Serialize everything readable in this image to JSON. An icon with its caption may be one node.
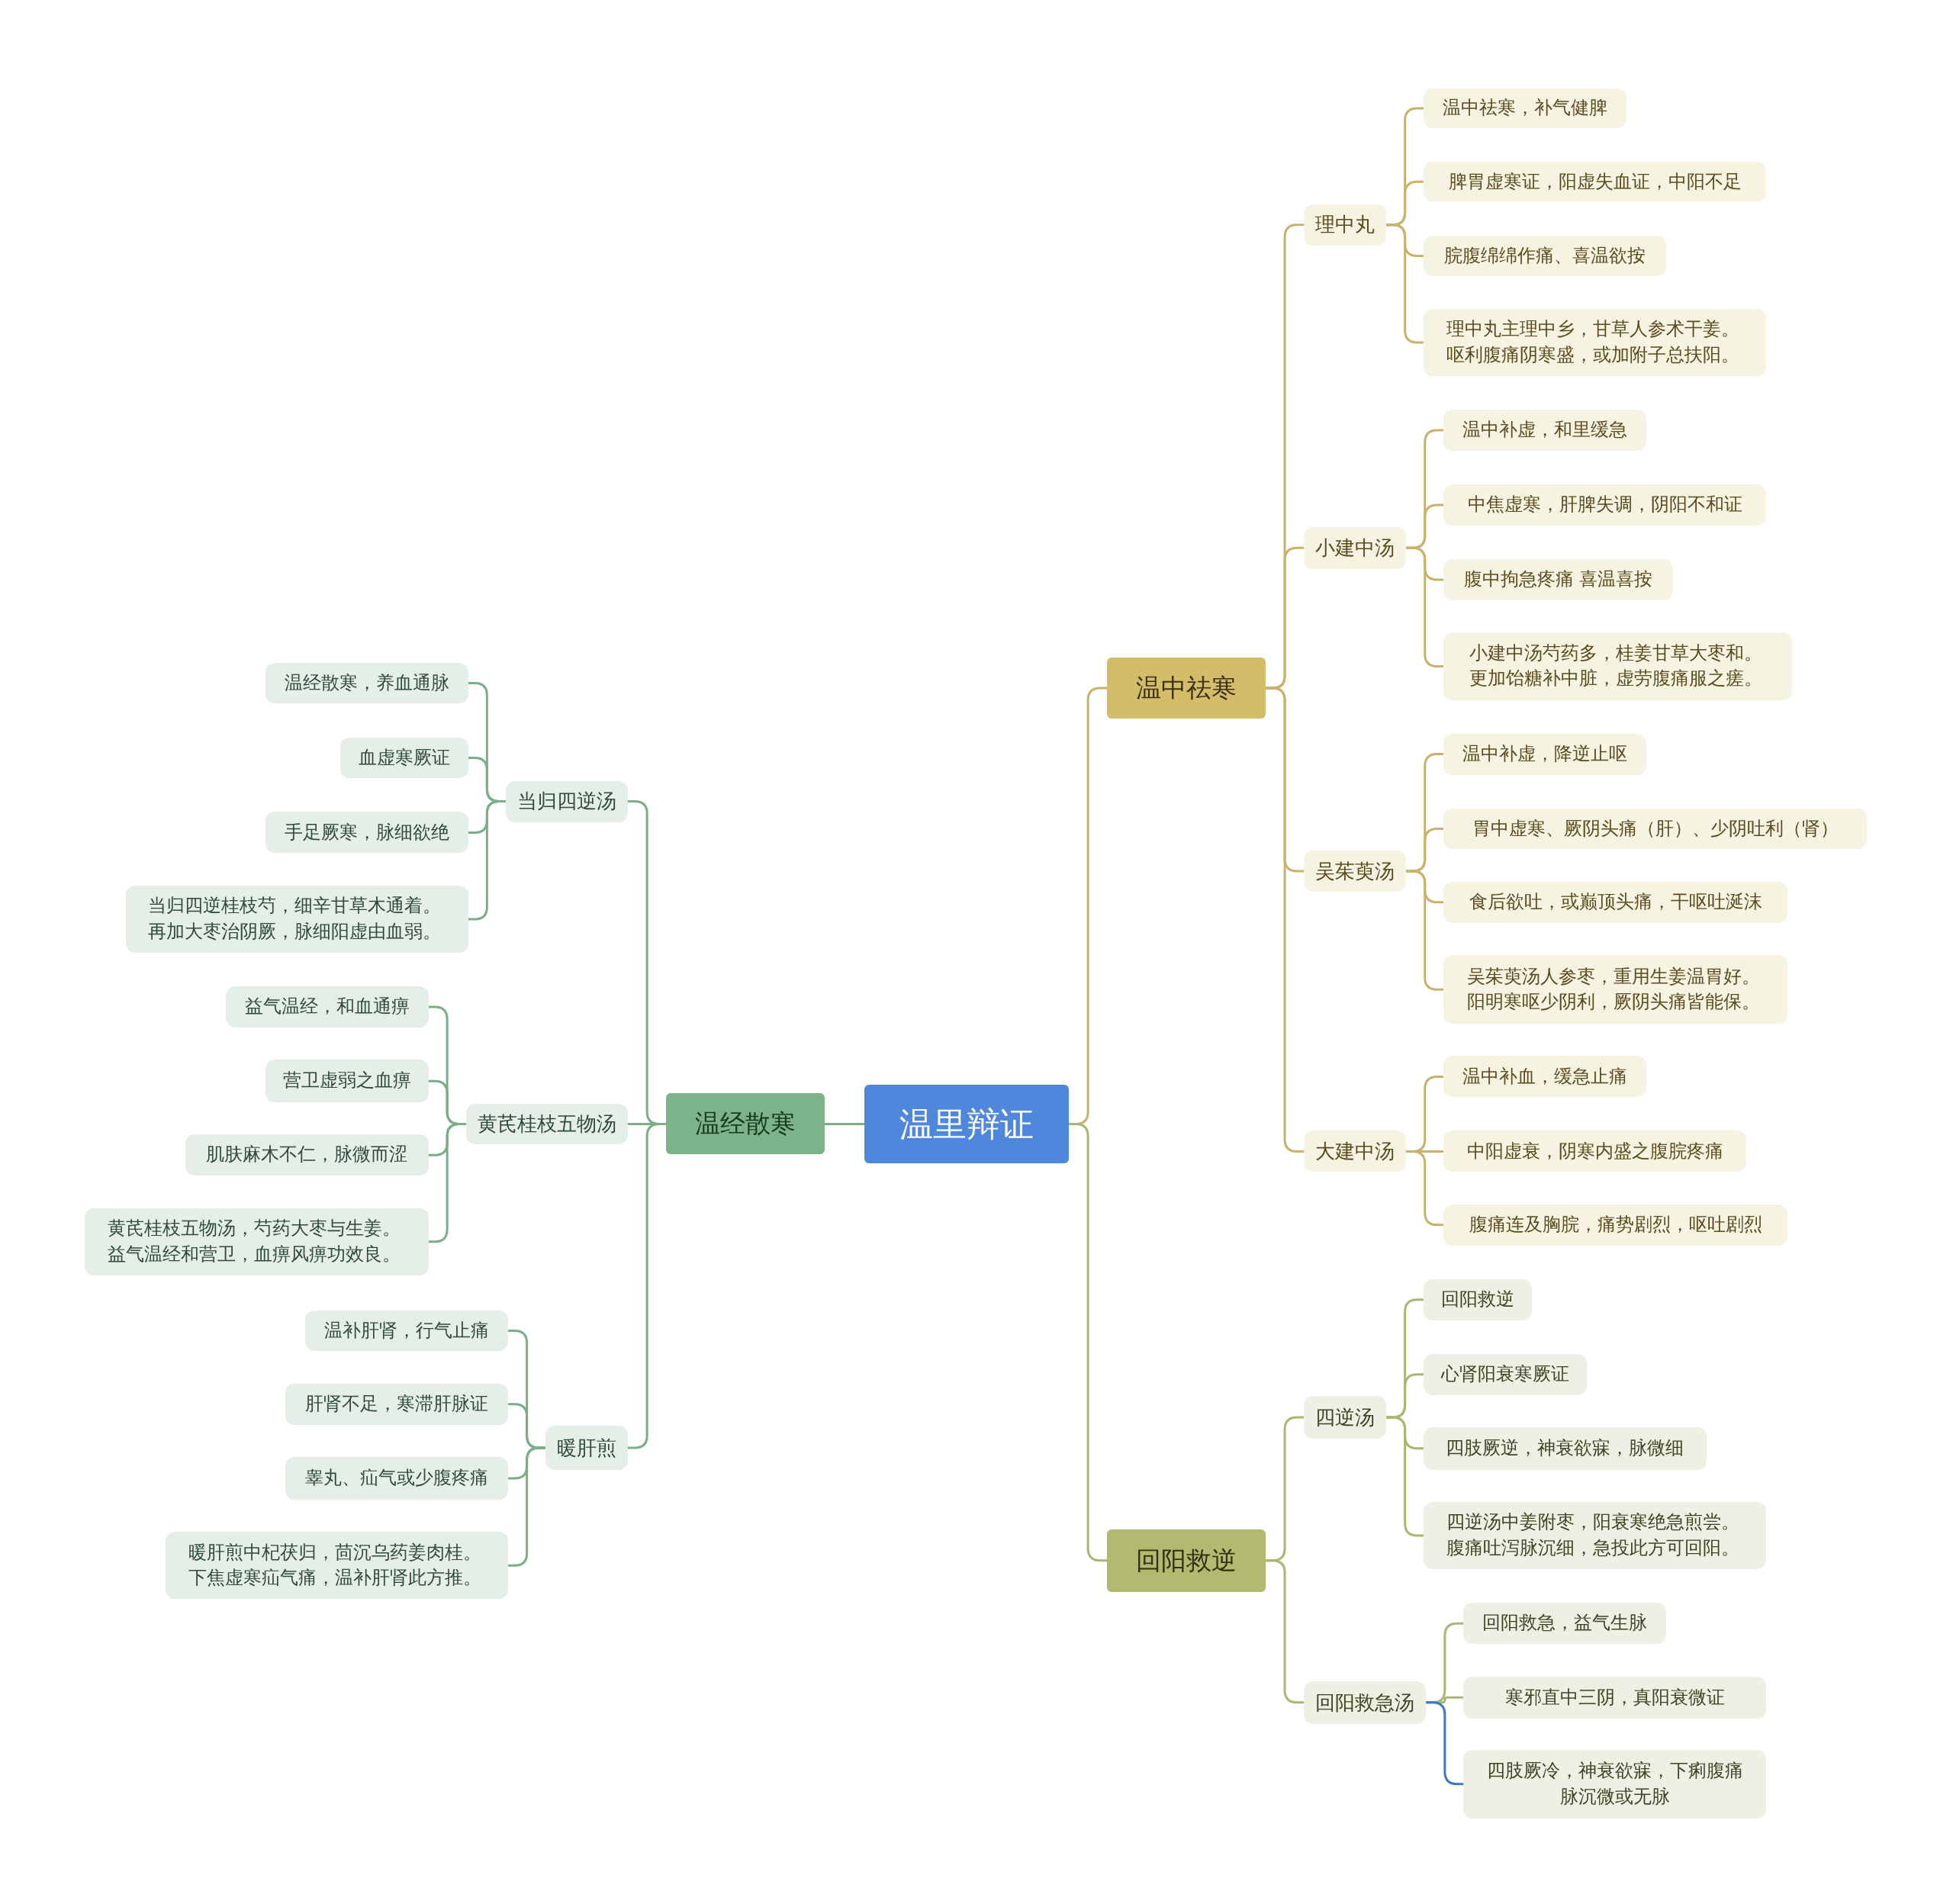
{
  "diagram": {
    "nodes": [
      {
        "text": [
          "温里辩证"
        ]
      },
      {
        "text": [
          "温中祛寒"
        ]
      },
      {
        "text": [
          "理中丸"
        ]
      },
      {
        "text": [
          "温中祛寒，补气健脾"
        ]
      },
      {
        "text": [
          "脾胃虚寒证，阳虚失血证，中阳不足"
        ]
      },
      {
        "text": [
          "脘腹绵绵作痛、喜温欲按"
        ]
      },
      {
        "text": [
          "理中丸主理中乡，甘草人参术干姜。呕利腹痛阴寒盛，或加附子总扶阳。"
        ]
      },
      {
        "text": [
          "小建中汤"
        ]
      },
      {
        "text": [
          "温中补虚，和里缓急"
        ]
      },
      {
        "text": [
          "中焦虚寒，肝脾失调，阴阳不和证"
        ]
      },
      {
        "text": [
          "腹中拘急疼痛 喜温喜按"
        ]
      },
      {
        "text": [
          "小建中汤芍药多，桂姜甘草大枣和。更加饴糖补中脏，虚劳腹痛服之瘥。"
        ]
      },
      {
        "text": [
          "吴茱萸汤"
        ]
      },
      {
        "text": [
          "温中补虚，降逆止呕"
        ]
      },
      {
        "text": [
          "胃中虚寒、厥阴头痛（肝）、少阴吐利（肾）"
        ]
      },
      {
        "text": [
          "食后欲吐，或巅顶头痛，干呕吐涎沫"
        ]
      },
      {
        "text": [
          "吴茱萸汤人参枣，重用生姜温胃好。阳明寒呕少阴利，厥阴头痛皆能保。"
        ]
      },
      {
        "text": [
          "大建中汤"
        ]
      },
      {
        "text": [
          "温中补血，缓急止痛"
        ]
      },
      {
        "text": [
          "中阳虚衰，阴寒内盛之腹脘疼痛"
        ]
      },
      {
        "text": [
          "腹痛连及胸脘，痛势剧烈，呕吐剧烈"
        ]
      },
      {
        "text": [
          "回阳救逆"
        ]
      },
      {
        "text": [
          "四逆汤"
        ]
      },
      {
        "text": [
          "回阳救逆"
        ]
      },
      {
        "text": [
          "心肾阳衰寒厥证"
        ]
      },
      {
        "text": [
          "四肢厥逆，神衰欲寐，脉微细"
        ]
      },
      {
        "text": [
          "四逆汤中姜附枣，阳衰寒绝急煎尝。腹痛吐泻脉沉细，急投此方可回阳。"
        ]
      },
      {
        "text": [
          "回阳救急汤"
        ]
      },
      {
        "text": [
          "回阳救急，益气生脉"
        ]
      },
      {
        "text": [
          "寒邪直中三阴，真阳衰微证"
        ]
      },
      {
        "text": [
          "四肢厥冷，神衰欲寐，下痢腹痛脉沉微或无脉"
        ]
      },
      {
        "text": [
          "温经散寒"
        ]
      },
      {
        "text": [
          "当归四逆汤"
        ]
      },
      {
        "text": [
          "温经散寒，养血通脉"
        ]
      },
      {
        "text": [
          "血虚寒厥证"
        ]
      },
      {
        "text": [
          "手足厥寒，脉细欲绝"
        ]
      },
      {
        "text": [
          "当归四逆桂枝芍，细辛甘草木通着。再加大枣治阴厥，脉细阳虚由血弱。"
        ]
      },
      {
        "text": [
          "黄芪桂枝五物汤"
        ]
      },
      {
        "text": [
          "益气温经，和血通痹"
        ]
      },
      {
        "text": [
          "营卫虚弱之血痹"
        ]
      },
      {
        "text": [
          "肌肤麻木不仁，脉微而涩"
        ]
      },
      {
        "text": [
          "黄芪桂枝五物汤，芍药大枣与生姜。益气温经和营卫，血痹风痹功效良。"
        ]
      },
      {
        "text": [
          "暖肝煎"
        ]
      },
      {
        "text": [
          "温补肝肾，行气止痛"
        ]
      },
      {
        "text": [
          "肝肾不足，寒滞肝脉证"
        ]
      },
      {
        "text": [
          "睾丸、疝气或少腹疼痛"
        ]
      },
      {
        "text": [
          "暖肝煎中杞茯归，茴沉乌药姜肉桂。下焦虚寒疝气痛，温补肝肾此方推。"
        ]
      }
    ],
    "edges": [
      {
        "from": 0,
        "to": 1,
        "arrow": "none"
      },
      {
        "from": 0,
        "to": 21,
        "arrow": "none",
        "color": "#aab672"
      },
      {
        "from": 0,
        "to": 31,
        "arrow": "none",
        "color": "#7aae87"
      },
      {
        "from": 1,
        "to": 2,
        "arrow": "none"
      },
      {
        "from": 1,
        "to": 7,
        "arrow": "none"
      },
      {
        "from": 1,
        "to": 12,
        "arrow": "none"
      },
      {
        "from": 1,
        "to": 17,
        "arrow": "none"
      },
      {
        "from": 2,
        "to": 3,
        "arrow": "none"
      },
      {
        "from": 2,
        "to": 4,
        "arrow": "none"
      },
      {
        "from": 2,
        "to": 5,
        "arrow": "none"
      },
      {
        "from": 2,
        "to": 6,
        "arrow": "none"
      },
      {
        "from": 7,
        "to": 8,
        "arrow": "none"
      },
      {
        "from": 7,
        "to": 9,
        "arrow": "none"
      },
      {
        "from": 7,
        "to": 10,
        "arrow": "none"
      },
      {
        "from": 7,
        "to": 11,
        "arrow": "none"
      },
      {
        "from": 12,
        "to": 13,
        "arrow": "none"
      },
      {
        "from": 12,
        "to": 14,
        "arrow": "none"
      },
      {
        "from": 12,
        "to": 15,
        "arrow": "none"
      },
      {
        "from": 12,
        "to": 16,
        "arrow": "none"
      },
      {
        "from": 17,
        "to": 18,
        "arrow": "none"
      },
      {
        "from": 17,
        "to": 19,
        "arrow": "none"
      },
      {
        "from": 17,
        "to": 20,
        "arrow": "none"
      },
      {
        "from": 21,
        "to": 22,
        "arrow": "none",
        "color": "#aab672"
      },
      {
        "from": 21,
        "to": 27,
        "arrow": "none",
        "color": "#aab672"
      },
      {
        "from": 22,
        "to": 23,
        "arrow": "none",
        "color": "#aab672"
      },
      {
        "from": 22,
        "to": 24,
        "arrow": "none",
        "color": "#aab672"
      },
      {
        "from": 22,
        "to": 25,
        "arrow": "none",
        "color": "#aab672"
      },
      {
        "from": 22,
        "to": 26,
        "arrow": "none",
        "color": "#aab672"
      },
      {
        "from": 27,
        "to": 28,
        "arrow": "none",
        "color": "#aab672"
      },
      {
        "from": 27,
        "to": 29,
        "arrow": "none",
        "color": "#aab672"
      },
      {
        "from": 27,
        "to": 30,
        "arrow": "none",
        "color": "#3d78c4"
      },
      {
        "from": 31,
        "to": 32,
        "arrow": "none",
        "color": "#7aae87"
      },
      {
        "from": 31,
        "to": 37,
        "arrow": "none",
        "color": "#7aae87"
      },
      {
        "from": 31,
        "to": 42,
        "arrow": "none",
        "color": "#7aae87"
      },
      {
        "from": 32,
        "to": 33,
        "arrow": "none",
        "color": "#7aae87"
      },
      {
        "from": 32,
        "to": 34,
        "arrow": "none",
        "color": "#7aae87"
      },
      {
        "from": 32,
        "to": 35,
        "arrow": "none",
        "color": "#7aae87"
      },
      {
        "from": 32,
        "to": 36,
        "arrow": "none",
        "color": "#7aae87"
      },
      {
        "from": 37,
        "to": 38,
        "arrow": "none",
        "color": "#7aae87"
      },
      {
        "from": 37,
        "to": 39,
        "arrow": "none",
        "color": "#7aae87"
      },
      {
        "from": 37,
        "to": 40,
        "arrow": "none",
        "color": "#7aae87"
      },
      {
        "from": 37,
        "to": 41,
        "arrow": "none",
        "color": "#7aae87"
      },
      {
        "from": 42,
        "to": 43,
        "arrow": "none",
        "color": "#7aae87"
      },
      {
        "from": 42,
        "to": 44,
        "arrow": "none",
        "color": "#7aae87"
      },
      {
        "from": 42,
        "to": 45,
        "arrow": "none",
        "color": "#7aae87"
      },
      {
        "from": 42,
        "to": 46,
        "arrow": "none",
        "color": "#7aae87"
      }
    ]
  }
}
